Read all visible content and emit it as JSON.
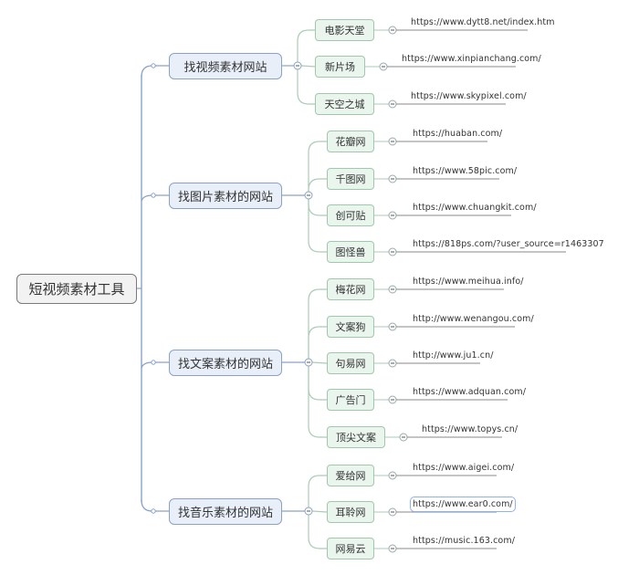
{
  "root": {
    "label": "短视频素材工具"
  },
  "branches": [
    {
      "label": "找视频素材网站",
      "leaves": [
        {
          "label": "电影天堂",
          "url": "https://www.dytt8.net/index.htm"
        },
        {
          "label": "新片场",
          "url": "https://www.xinpianchang.com/"
        },
        {
          "label": "天空之城",
          "url": "https://www.skypixel.com/"
        }
      ]
    },
    {
      "label": "找图片素材的网站",
      "leaves": [
        {
          "label": "花瓣网",
          "url": "https://huaban.com/"
        },
        {
          "label": "千图网",
          "url": "https://www.58pic.com/"
        },
        {
          "label": "创可贴",
          "url": "https://www.chuangkit.com/"
        },
        {
          "label": "图怪兽",
          "url": "https://818ps.com/?user_source=r1463307"
        }
      ]
    },
    {
      "label": "找文案素材的网站",
      "leaves": [
        {
          "label": "梅花网",
          "url": "https://www.meihua.info/"
        },
        {
          "label": "文案狗",
          "url": "http://www.wenangou.com/"
        },
        {
          "label": "句易网",
          "url": "http://www.ju1.cn/"
        },
        {
          "label": "广告门",
          "url": "https://www.adquan.com/"
        },
        {
          "label": "顶尖文案",
          "url": "https://www.topys.cn/"
        }
      ]
    },
    {
      "label": "找音乐素材的网站",
      "leaves": [
        {
          "label": "爱给网",
          "url": "https://www.aigei.com/"
        },
        {
          "label": "耳聆网",
          "url": "https://www.ear0.com/",
          "selected": true
        },
        {
          "label": "网易云",
          "url": "https://music.163.com/"
        }
      ]
    }
  ],
  "colors": {
    "root_border": "#7a7a7a",
    "root_fill": "#f2f2f2",
    "branch_border": "#8aa2c8",
    "branch_fill": "#e8eff8",
    "branch_line": "#8aa2c8",
    "leaf_border": "#9fc8ad",
    "leaf_fill": "#eaf5ee",
    "leaf_line": "#a9cdb5",
    "selection": "#8fb3e8"
  }
}
